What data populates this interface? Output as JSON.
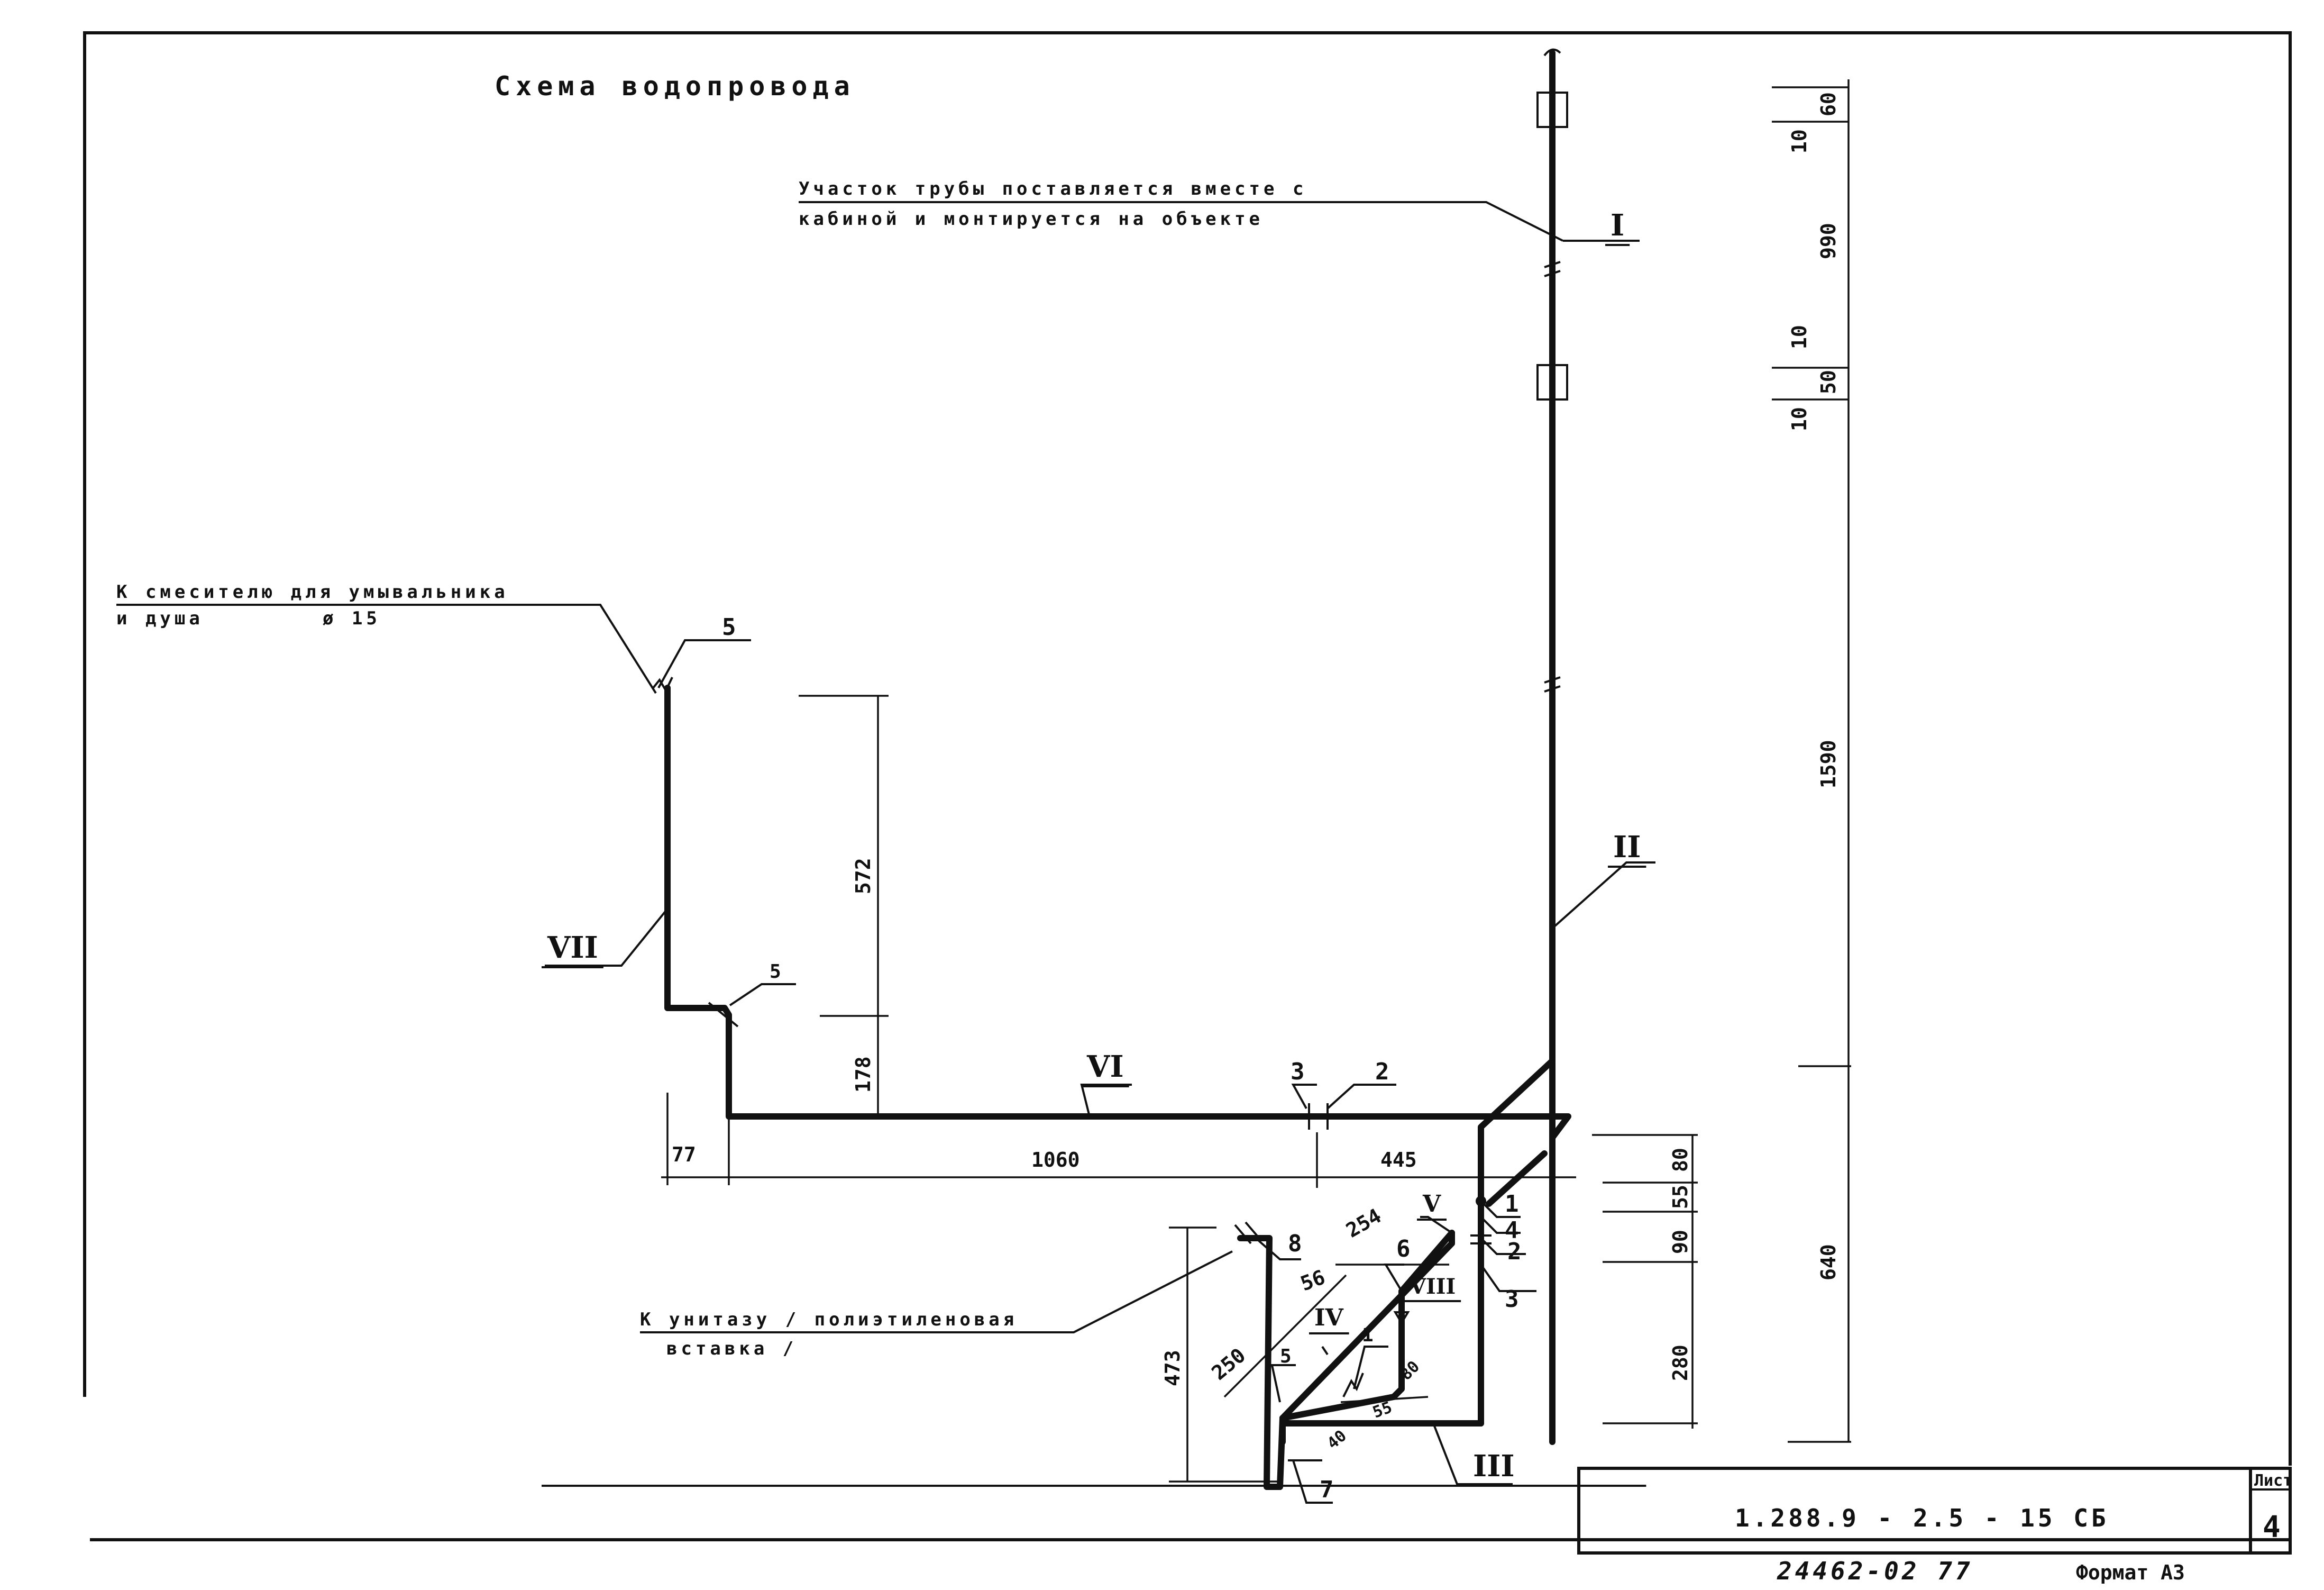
{
  "title": "Схема водопровода",
  "notes": {
    "pipe_line1": "Участок трубы поставляется вместе с",
    "pipe_line2": "кабиной и монтируется на объекте",
    "mixer_line1": "К смесителю для умывальника",
    "mixer_line2": "и душа",
    "mixer_diameter": "ø 15",
    "toilet_line1": "К унитазу / полиэтиленовая",
    "toilet_line2": "вставка /"
  },
  "sections": {
    "s1": "I",
    "s2": "II",
    "s3": "III",
    "s4": "IV",
    "s5": "V",
    "s6": "VI",
    "s7": "VII",
    "s8": "VIII"
  },
  "positions": {
    "p1a": "1",
    "p1b": "1",
    "p2a": "2",
    "p2b": "2",
    "p3a": "3",
    "p3b": "3",
    "p4": "4",
    "p5a": "5",
    "p5b": "5",
    "p5c": "5",
    "p6": "6",
    "p7": "7",
    "p8": "8"
  },
  "dimensions": {
    "d60": "60",
    "d10a": "10",
    "d990": "990",
    "d10b": "10",
    "d50": "50",
    "d10c": "10",
    "d1590": "1590",
    "d640": "640",
    "d572": "572",
    "d178": "178",
    "d77": "77",
    "d1060": "1060",
    "d445": "445",
    "d80a": "80",
    "d55a": "55",
    "d90": "90",
    "d280": "280",
    "d254": "254",
    "d56": "56",
    "d250": "250",
    "d473": "473",
    "d40": "40",
    "d55b": "55",
    "d80b": "80"
  },
  "titleblock": {
    "code": "1.288.9 - 2.5 - 15   СБ",
    "sheet_label": "Лист",
    "sheet_number": "4",
    "inventory": "24462-02   77",
    "format": "Формат А3"
  }
}
